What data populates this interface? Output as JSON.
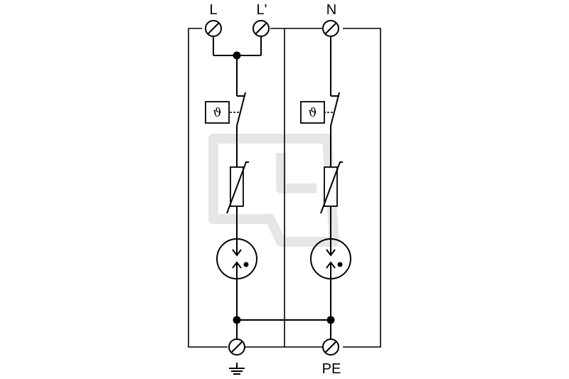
{
  "labels": {
    "terminal_l": "L",
    "terminal_l_prime": "L'",
    "terminal_n": "N",
    "terminal_pe": "PE"
  },
  "symbols": {
    "thermal_left": "ϑ",
    "thermal_right": "ϑ"
  },
  "icons": {
    "ground": "ground-icon",
    "screw_terminal": "screw-terminal-icon",
    "varistor": "varistor-icon",
    "spark_gap": "spark-gap-icon",
    "thermal_disconnector": "thermal-disconnector-icon",
    "watermark": "watermark-logo"
  },
  "colors": {
    "line": "#000000",
    "background": "#ffffff",
    "watermark": "#e6e6e6"
  }
}
